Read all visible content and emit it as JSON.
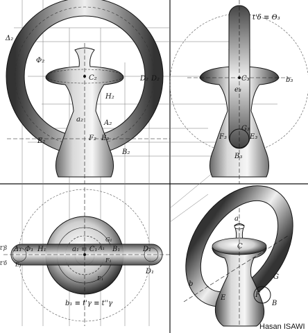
{
  "labels": {
    "front": {
      "delta": "Δ₂",
      "phi": "Φ₂",
      "c": "C₂",
      "h": "H₂",
      "d": "D₂",
      "d_right": "D₂",
      "a_axis": "a₂",
      "a_point": "A₂",
      "e": "E₂",
      "f": "F₂",
      "e_right": "E₂",
      "b": "B₂"
    },
    "side": {
      "tdelta": "t'δ ≡ Θ₃",
      "c": "C₃",
      "b_line": "b₃",
      "e": "e₃",
      "g": "G₃",
      "f": "F₃",
      "e_point": "E₃",
      "b_point": "B₃"
    },
    "top": {
      "tbeta": "t'β",
      "tdelta": "t'δ",
      "delta": "Δ₁",
      "phi": "Φ₁",
      "h": "H₁",
      "a_point": "a₁ ≡ C₁",
      "a2": "A₁",
      "b": "B₁",
      "d": "D₁",
      "d2": "D₁",
      "g": "G₁",
      "f": "F₁",
      "e": "E₁",
      "e_left": "E₁",
      "bottom_eq": "b₁ ≡ t'γ ≡ t''γ"
    },
    "iso": {
      "a": "a",
      "c": "C",
      "b": "b",
      "g": "G",
      "f": "F",
      "e": "E",
      "b_point": "B"
    }
  },
  "credit": "Hasan ISAWI",
  "colors": {
    "ink": "#111111",
    "shade_dark": "#3a3a3a",
    "shade_light": "#f4f4f4"
  }
}
